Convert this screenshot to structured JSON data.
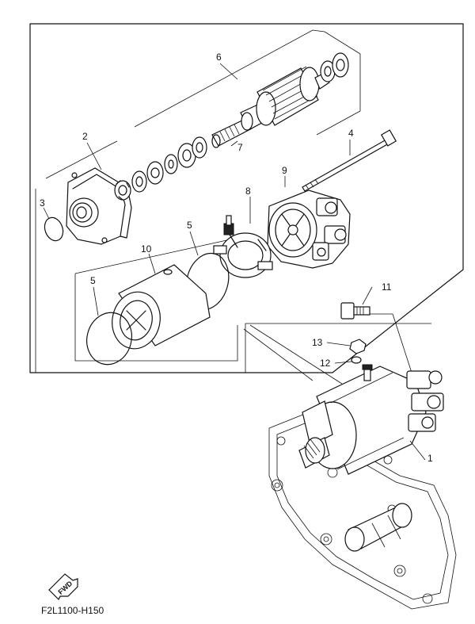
{
  "labels": {
    "p1": "1",
    "p2": "2",
    "p3": "3",
    "p4": "4",
    "p5a": "5",
    "p5b": "5",
    "p6": "6",
    "p7": "7",
    "p8": "8",
    "p9": "9",
    "p10": "10",
    "p11": "11",
    "p12": "12",
    "p13": "13"
  },
  "fwd_label": "FWD",
  "diagram_code": "F2L1100-H150"
}
